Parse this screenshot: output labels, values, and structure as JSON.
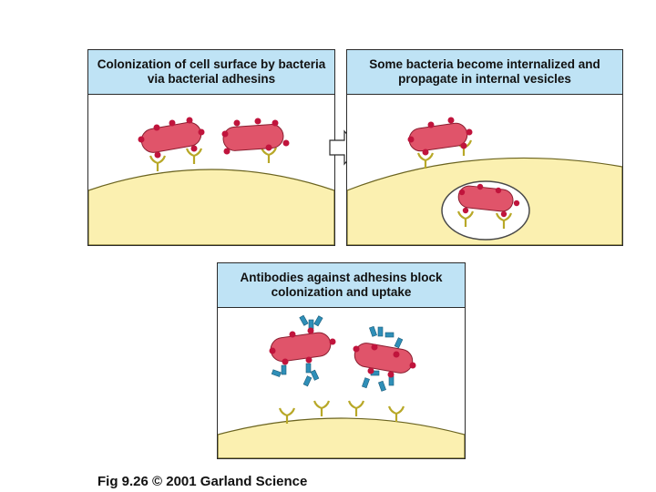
{
  "panels": {
    "colonization": {
      "line1": "Colonization of cell surface by bacteria",
      "line2": "via bacterial adhesins"
    },
    "internalization": {
      "line1": "Some bacteria become internalized and",
      "line2": "propagate in internal vesicles"
    },
    "antibodies": {
      "line1": "Antibodies against adhesins block",
      "line2": "colonization and uptake"
    }
  },
  "caption": "Fig 9.26  © 2001 Garland Science",
  "colors": {
    "header": "#bfe3f5",
    "cell": "#fbf0b0",
    "bacterium": "#e0546a",
    "adhesin": "#c0143c",
    "receptor": "#e2d84a",
    "antibody": "#2f8fb8"
  }
}
